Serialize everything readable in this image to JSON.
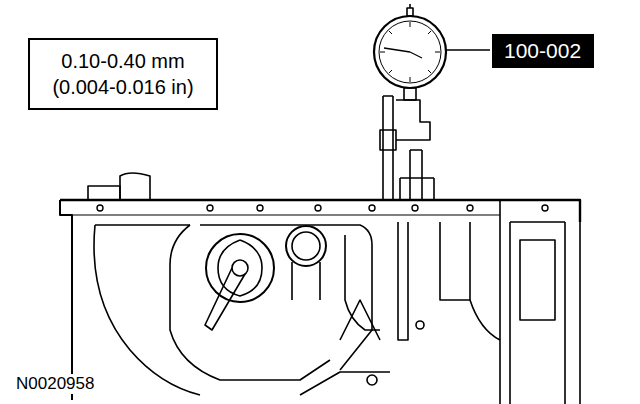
{
  "diagram": {
    "nodes": [
      {
        "text": [
          "0.10-0.40 mm (0.004-0.016 in)"
        ]
      },
      {
        "text": [
          "100-002"
        ]
      }
    ],
    "labels": [
      "N0020958"
    ]
  }
}
